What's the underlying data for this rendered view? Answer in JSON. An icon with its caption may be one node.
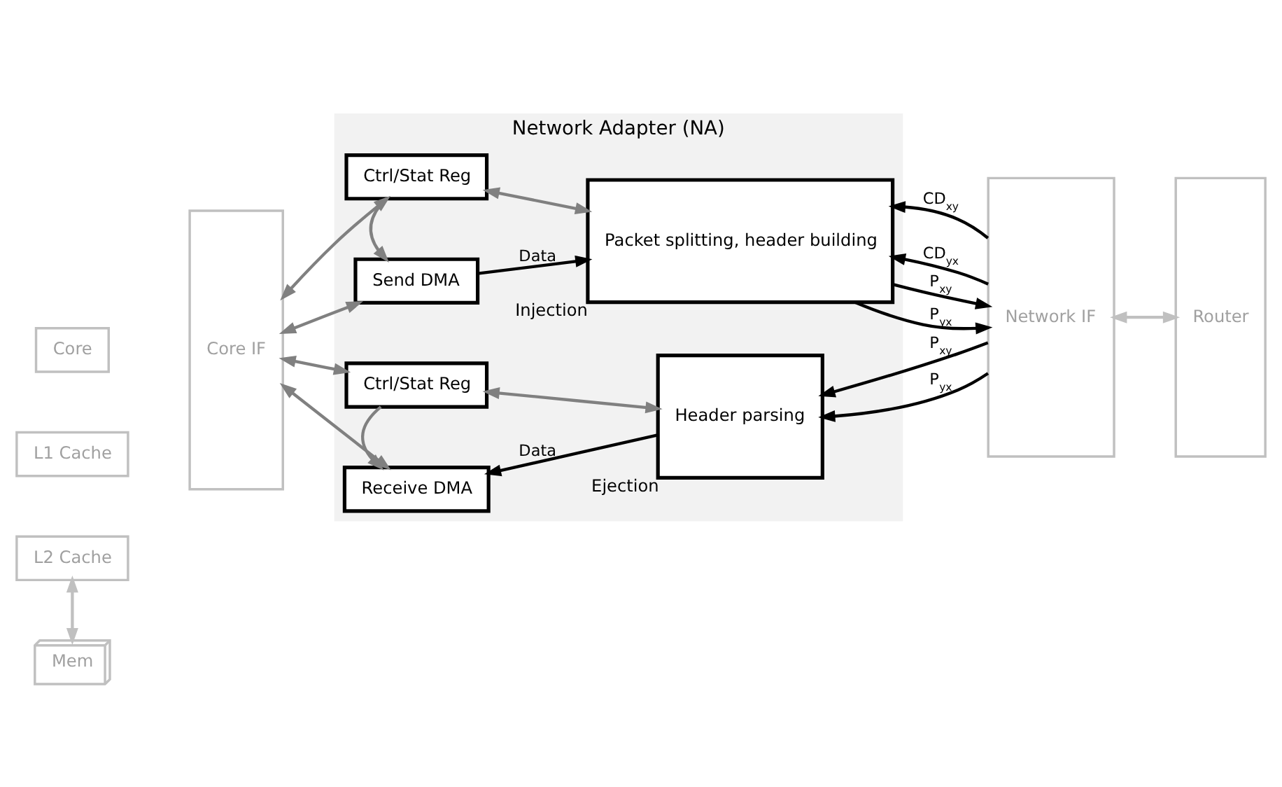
{
  "diagram": {
    "nodes": [
      {
        "text": [
          "Network Adapter (NA)"
        ]
      },
      {
        "text": [
          "Core"
        ]
      },
      {
        "text": [
          "L1 Cache"
        ]
      },
      {
        "text": [
          "L2 Cache"
        ]
      },
      {
        "text": [
          "Mem"
        ]
      },
      {
        "text": [
          "Core IF"
        ]
      },
      {
        "text": [
          "Ctrl/Stat Reg"
        ],
        "in": 0
      },
      {
        "text": [
          "Send DMA"
        ],
        "in": 0
      },
      {
        "text": [
          "Packet splitting, header building"
        ],
        "in": 0,
        "beside": [
          "Injection"
        ]
      },
      {
        "text": [
          "Ctrl/Stat Reg"
        ],
        "in": 0
      },
      {
        "text": [
          "Receive DMA"
        ],
        "in": 0
      },
      {
        "text": [
          "Header parsing"
        ],
        "in": 0,
        "beside": [
          "Ejection"
        ]
      },
      {
        "text": [
          "Network IF"
        ]
      },
      {
        "text": [
          "Router"
        ]
      }
    ],
    "edges": [
      {
        "from": 3,
        "to": 4,
        "arrow": "both",
        "color": "#c0c0c0"
      },
      {
        "from": 5,
        "to": 6,
        "arrow": "both",
        "color": "#808080"
      },
      {
        "from": 5,
        "to": 7,
        "arrow": "both",
        "color": "#808080"
      },
      {
        "from": 5,
        "to": 9,
        "arrow": "both",
        "color": "#808080"
      },
      {
        "from": 5,
        "to": 10,
        "arrow": "both",
        "color": "#808080"
      },
      {
        "from": 6,
        "to": 8,
        "arrow": "both",
        "color": "#808080"
      },
      {
        "from": 6,
        "to": 7,
        "arrow": "to",
        "color": "#808080"
      },
      {
        "from": 7,
        "to": 8,
        "arrow": "to",
        "label": "Data",
        "color": "#000000"
      },
      {
        "from": 12,
        "to": 8,
        "arrow": "to",
        "label": "CD$_{xy}$",
        "color": "#000000"
      },
      {
        "from": 8,
        "to": 12,
        "arrow": "to",
        "label": "P$_{xy}$",
        "color": "#000000"
      },
      {
        "from": 12,
        "to": 8,
        "arrow": "to",
        "label": "CD$_{yx}$",
        "color": "#000000"
      },
      {
        "from": 8,
        "to": 12,
        "arrow": "to",
        "label": "P$_{yx}$",
        "color": "#000000"
      },
      {
        "from": 9,
        "to": 11,
        "arrow": "both",
        "color": "#808080"
      },
      {
        "from": 9,
        "to": 10,
        "arrow": "to",
        "color": "#808080"
      },
      {
        "from": 12,
        "to": 11,
        "arrow": "to",
        "label": "P$_{xy}$",
        "color": "#000000"
      },
      {
        "from": 12,
        "to": 11,
        "arrow": "to",
        "label": "P$_{yx}$",
        "color": "#000000"
      },
      {
        "from": 11,
        "to": 10,
        "arrow": "to",
        "label": "Data",
        "color": "#000000"
      },
      {
        "from": 12,
        "to": 13,
        "arrow": "both",
        "color": "#c0c0c0"
      }
    ]
  }
}
